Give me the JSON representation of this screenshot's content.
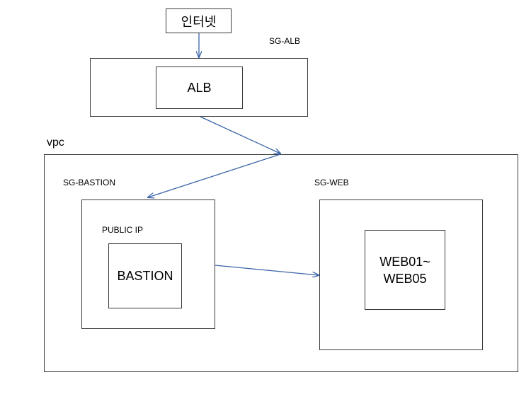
{
  "internet": {
    "label": "인터넷"
  },
  "alb": {
    "group_label": "SG-ALB",
    "label": "ALB"
  },
  "vpc": {
    "label": "vpc"
  },
  "bastion": {
    "group_label": "SG-BASTION",
    "sub_label": "PUBLIC IP",
    "label": "BASTION"
  },
  "web": {
    "group_label": "SG-WEB",
    "label_line1": "WEB01~",
    "label_line2": "WEB05"
  },
  "colors": {
    "arrow": "#3a64a8",
    "border": "#3a3a3a"
  }
}
